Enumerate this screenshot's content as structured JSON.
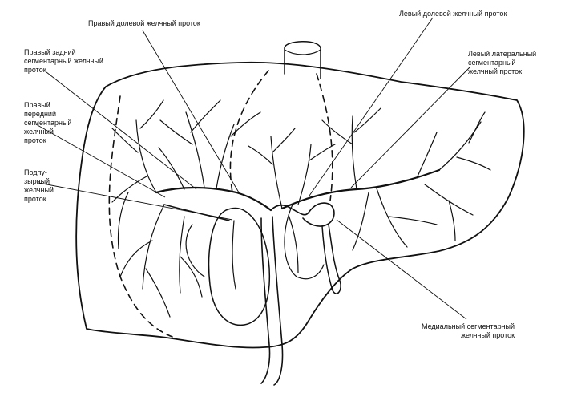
{
  "labels": {
    "right_lobar_duct": "Правый долевой желчный проток",
    "left_lobar_duct": "Левый долевой желчный проток",
    "right_posterior_segmental_duct": [
      "Правый задний",
      "сегментарный желчный",
      "проток"
    ],
    "right_anterior_segmental_duct": [
      "Правый",
      "передний",
      "сегментарный",
      "желчный",
      "проток"
    ],
    "cystic_duct": [
      "Подпу-",
      "зырный",
      "желчный",
      "проток"
    ],
    "left_lateral_segmental_duct": [
      "Левый латеральный",
      "сегментарный",
      "желчный проток"
    ],
    "medial_segmental_duct": [
      "Медиальный сегментарный",
      "желчный проток"
    ]
  },
  "colors": {
    "ink": "#111111",
    "background": "#ffffff"
  }
}
